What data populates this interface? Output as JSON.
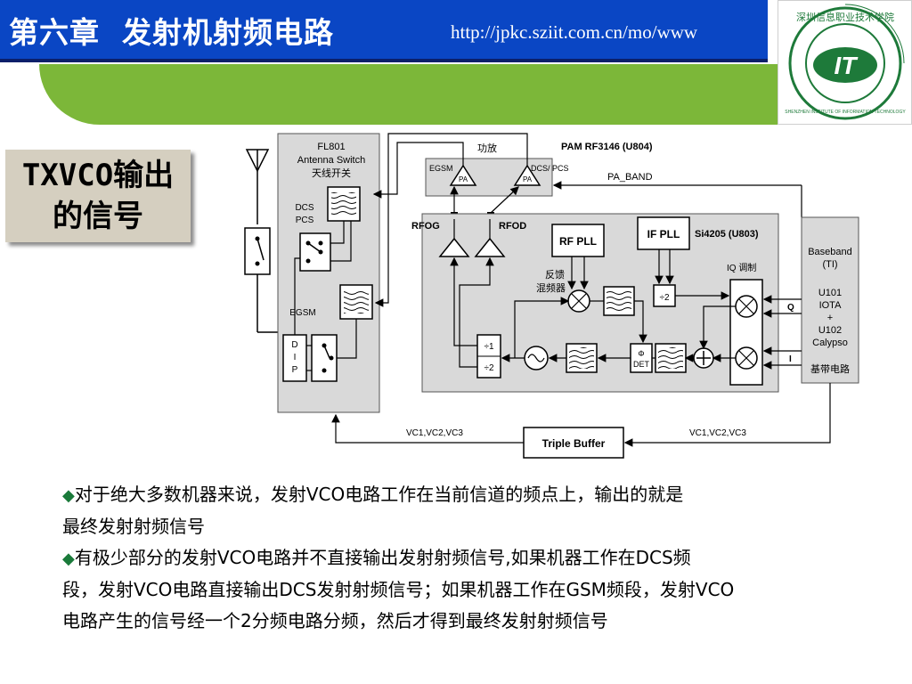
{
  "header": {
    "title": "第六章  发射机射频电路",
    "url": "http://jpkc.sziit.com.cn/mo/www"
  },
  "logo": {
    "monogram": "IT",
    "ring_text": "深圳信息职业技术学院",
    "en_text": "SHENZHEN INSTITUTE OF INFORMATION TECHNOLOGY"
  },
  "side_label": "TXVCO输出\n的信号",
  "diagram": {
    "fl801": "FL801",
    "antenna_switch": "Antenna Switch",
    "antenna_switch_cn": "天线开关",
    "dcs": "DCS",
    "pcs": "PCS",
    "egsm": "EGSM",
    "dip_d": "D",
    "dip_i": "I",
    "dip_p": "P",
    "pa_label_cn": "功放",
    "pam": "PAM RF3146 (U804)",
    "pa_egsm": "EGSM",
    "pa_dcs": "DCS/ PCS",
    "pa": "PA",
    "pa_band": "PA_BAND",
    "rfog": "RFOG",
    "rfod": "RFOD",
    "rf_pll": "RF PLL",
    "if_pll": "IF PLL",
    "si4205": "Si4205 (U803)",
    "iq_mod": "IQ 调制",
    "feedback": "反馈",
    "mixer": "混频器",
    "div2": "÷2",
    "div1": "÷1",
    "phi": "Φ",
    "det": "DET",
    "baseband": "Baseband",
    "ti": "(TI)",
    "u101": "U101",
    "iota": "IOTA",
    "plus": "+",
    "u102": "U102",
    "calypso": "Calypso",
    "baseband_cn": "基带电路",
    "q": "Q",
    "i": "I",
    "vc_left": "VC1,VC2,VC3",
    "vc_right": "VC1,VC2,VC3",
    "triple_buffer": "Triple Buffer"
  },
  "bullets": [
    {
      "line1": "对于绝大多数机器来说，发射VCO电路工作在当前信道的频点上，输出的就是",
      "line2": "最终发射射频信号"
    },
    {
      "line1": "有极少部分的发射VCO电路并不直接输出发射射频信号,如果机器工作在DCS频",
      "line2": "段，发射VCO电路直接输出DCS发射射频信号；如果机器工作在GSM频段，发射VCO",
      "line3": "电路产生的信号经一个2分频电路分频，然后才得到最终发射射频信号"
    }
  ],
  "colors": {
    "header_blue": "#0a46c4",
    "header_border": "#0b1f6a",
    "green_band": "#7cb739",
    "label_bg": "#d5cfc0",
    "bullet_green": "#1a7a3a",
    "block_gray": "#d9d9d9"
  }
}
